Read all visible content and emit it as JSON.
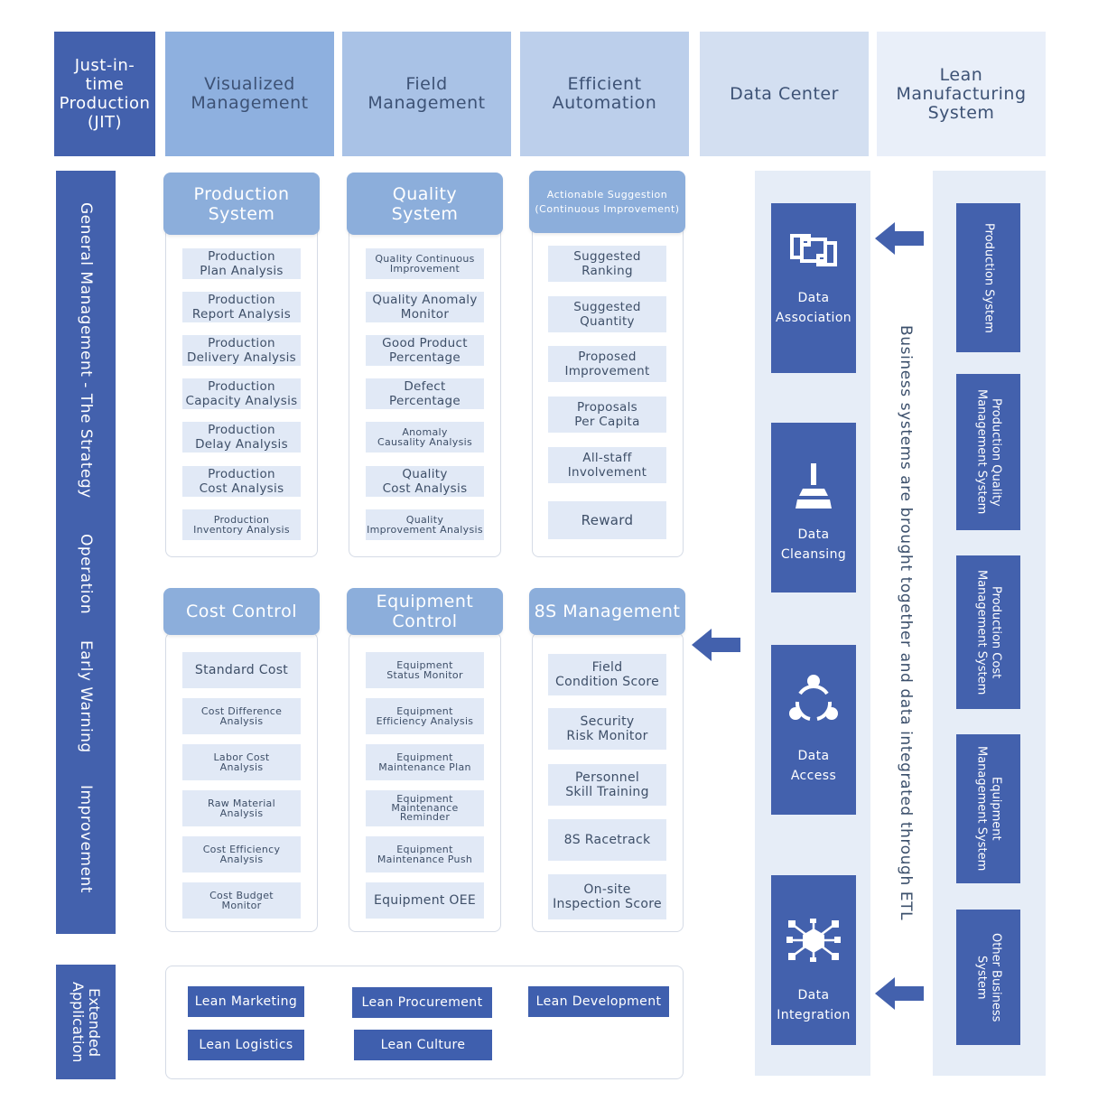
{
  "header": {
    "jit": "Just-in-\ntime\nProduction\n(JIT)",
    "visualized": "Visualized\nManagement",
    "field": "Field\nManagement",
    "automation": "Efficient\nAutomation",
    "data_center": "Data Center",
    "lean": "Lean\nManufacturing\nSystem"
  },
  "left": {
    "strategy": "General Management - The Strategy",
    "operation": "Operation",
    "early_warning": "Early Warning",
    "improvement": "Improvement",
    "extended": "Extended\nApplication"
  },
  "panels": {
    "production": {
      "title": "Production\nSystem",
      "items": [
        "Production\nPlan Analysis",
        "Production\nReport Analysis",
        "Production\nDelivery Analysis",
        "Production\nCapacity Analysis",
        "Production\nDelay Analysis",
        "Production\nCost Analysis",
        "Production\nInventory Analysis"
      ]
    },
    "quality": {
      "title": "Quality\nSystem",
      "items": [
        "Quality Continuous\nImprovement",
        "Quality Anomaly\nMonitor",
        "Good Product\nPercentage",
        "Defect\nPercentage",
        "Anomaly\nCausality Analysis",
        "Quality\nCost Analysis",
        "Quality\nImprovement Analysis"
      ]
    },
    "suggestion": {
      "title": "Actionable Suggestion\n(Continuous Improvement)",
      "items": [
        "Suggested\nRanking",
        "Suggested\nQuantity",
        "Proposed\nImprovement",
        "Proposals\nPer Capita",
        "All-staff\nInvolvement",
        "Reward"
      ]
    },
    "cost": {
      "title": "Cost Control",
      "items": [
        "Standard Cost",
        "Cost Difference\nAnalysis",
        "Labor Cost\nAnalysis",
        "Raw Material\nAnalysis",
        "Cost Efficiency\nAnalysis",
        "Cost Budget\nMonitor"
      ]
    },
    "equipment": {
      "title": "Equipment\nControl",
      "items": [
        "Equipment\nStatus Monitor",
        "Equipment\nEfficiency Analysis",
        "Equipment\nMaintenance Plan",
        "Equipment\nMaintenance\nReminder",
        "Equipment\nMaintenance Push",
        "Equipment OEE"
      ]
    },
    "s8": {
      "title": "8S Management",
      "items": [
        "Field\nCondition Score",
        "Security\nRisk Monitor",
        "Personnel\nSkill Training",
        "8S Racetrack",
        "On-site\nInspection Score"
      ]
    }
  },
  "extended": [
    "Lean Marketing",
    "Lean Procurement",
    "Lean Development",
    "Lean Logistics",
    "Lean Culture"
  ],
  "data_center": [
    "Data\nAssociation",
    "Data\nCleansing",
    "Data\nAccess",
    "Data\nIntegration"
  ],
  "etl_text": "Business systems are brought together and data integrated through ETL",
  "systems": [
    "Production System",
    "Production Quality\nManagement System",
    "Production Cost\nManagement System",
    "Equipment\nManagement System",
    "Other Business\nSystem"
  ],
  "colors": {
    "navy": "#4361ad",
    "panel_head": "#8caedb",
    "item_bg": "#e1e9f6",
    "light_bg": "#e6edf7"
  }
}
